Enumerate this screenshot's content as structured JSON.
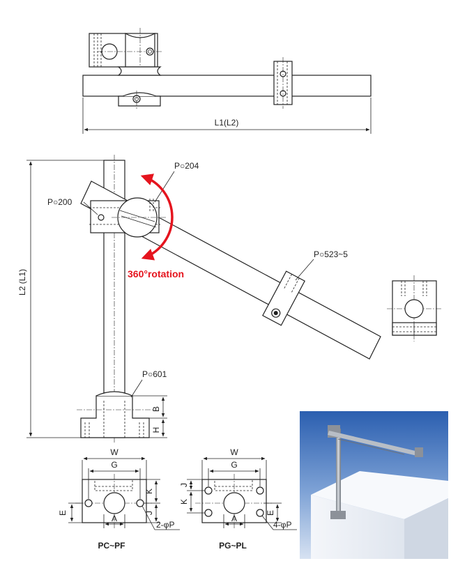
{
  "labels": {
    "length_top": "L1(L2)",
    "p204": "P○204",
    "p200": "P○200",
    "p523": "P○523~5",
    "p601": "P○601",
    "length_vertical": "L2 (L1)",
    "rotation": "360°rotation",
    "dim_b": "B",
    "dim_h": "H"
  },
  "base_pc": {
    "caption": "PC~PF",
    "w": "W",
    "g": "G",
    "a": "A",
    "e": "E",
    "j": "J",
    "k": "K",
    "holes": "2-φP"
  },
  "base_pg": {
    "caption": "PG~PL",
    "w": "W",
    "g": "G",
    "a": "A",
    "e": "E",
    "j": "J",
    "k": "K",
    "holes": "4-φP"
  },
  "colors": {
    "rotation": "#e5141e",
    "photo_sky_top": "#2b5fb0",
    "photo_sky_bottom": "#c9d9ef"
  }
}
